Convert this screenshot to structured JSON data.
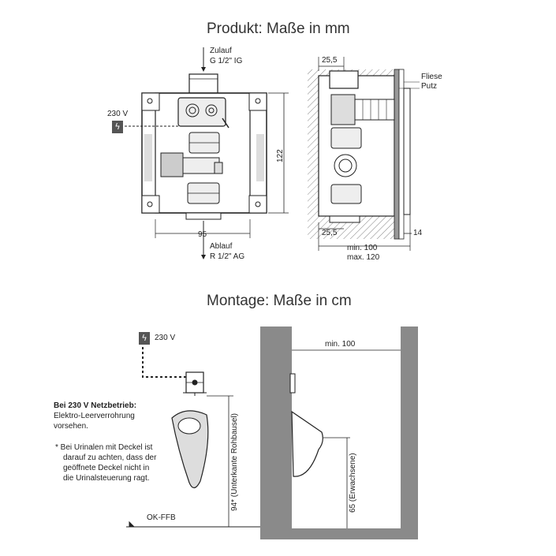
{
  "product": {
    "title": "Produkt: Maße in mm",
    "inlet_label_1": "Zulauf",
    "inlet_label_2": "G 1/2\" IG",
    "power_label": "230 V",
    "width_dim": "95",
    "height_dim": "122",
    "outlet_label_1": "Ablauf",
    "outlet_label_2": "R 1/2\" AG",
    "side_top_dim": "25,5",
    "side_bottom_dim": "25,5",
    "tile_label": "Fliese",
    "plaster_label": "Putz",
    "side_right_dim": "14",
    "depth_min": "min. 100",
    "depth_max": "max. 120"
  },
  "montage": {
    "title": "Montage: Maße in cm",
    "power_label": "230 V",
    "note_bold": "Bei 230 V Netzbetrieb:",
    "note_line_1": "Elektro-Leerverrohrung",
    "note_line_2": "vorsehen.",
    "footnote_1": "*  Bei Urinalen mit Deckel ist",
    "footnote_2": "darauf zu achten, dass der",
    "footnote_3": "geöffnete Deckel nicht in",
    "footnote_4": "die Urinalsteuerung ragt.",
    "floor_label": "OK-FFB",
    "height_label": "94* (Unterkante Rohbausel)",
    "adult_label": "65 (Erwachsene)",
    "wall_gap": "min. 100"
  },
  "icons": {
    "power": "lightning-bolt-icon"
  },
  "colors": {
    "wall": "#8a8a8a",
    "line": "#222222",
    "hatch": "#777777"
  }
}
